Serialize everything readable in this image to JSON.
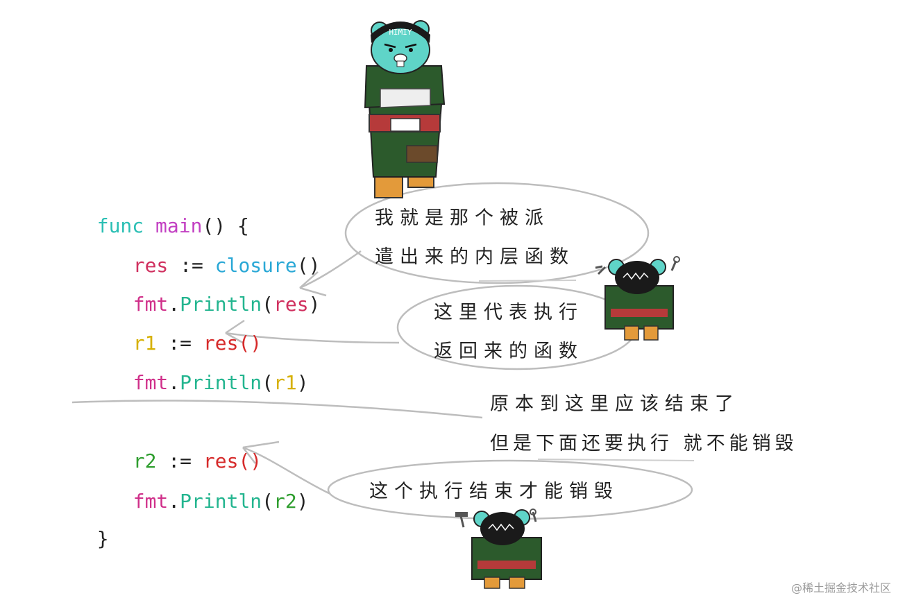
{
  "code": {
    "lines": [
      {
        "parts": [
          {
            "text": "func",
            "color": "#2bbfb4"
          },
          {
            "text": " ",
            "color": "#222222"
          },
          {
            "text": "main",
            "color": "#c23fc2"
          },
          {
            "text": "() {",
            "color": "#222222"
          }
        ]
      },
      {
        "parts": [
          {
            "text": "res",
            "color": "#d0305f"
          },
          {
            "text": " := ",
            "color": "#222222"
          },
          {
            "text": "closure",
            "color": "#2aa8d6"
          },
          {
            "text": "()",
            "color": "#222222"
          }
        ]
      },
      {
        "parts": [
          {
            "text": "fmt",
            "color": "#d0308a"
          },
          {
            "text": ".",
            "color": "#222222"
          },
          {
            "text": "Println",
            "color": "#23b58f"
          },
          {
            "text": "(",
            "color": "#222222"
          },
          {
            "text": "res",
            "color": "#d0305f"
          },
          {
            "text": ")",
            "color": "#222222"
          }
        ]
      },
      {
        "parts": [
          {
            "text": "r1",
            "color": "#d6b000"
          },
          {
            "text": " := ",
            "color": "#222222"
          },
          {
            "text": "res()",
            "color": "#d62a2a"
          }
        ]
      },
      {
        "parts": [
          {
            "text": "fmt",
            "color": "#d0308a"
          },
          {
            "text": ".",
            "color": "#222222"
          },
          {
            "text": "Println",
            "color": "#23b58f"
          },
          {
            "text": "(",
            "color": "#222222"
          },
          {
            "text": "r1",
            "color": "#d6b000"
          },
          {
            "text": ")",
            "color": "#222222"
          }
        ]
      },
      {
        "parts": [
          {
            "text": "r2",
            "color": "#2f9e2f"
          },
          {
            "text": " := ",
            "color": "#222222"
          },
          {
            "text": "res()",
            "color": "#d62a2a"
          }
        ]
      },
      {
        "parts": [
          {
            "text": "fmt",
            "color": "#d0308a"
          },
          {
            "text": ".",
            "color": "#222222"
          },
          {
            "text": "Println",
            "color": "#23b58f"
          },
          {
            "text": "(",
            "color": "#222222"
          },
          {
            "text": "r2",
            "color": "#2f9e2f"
          },
          {
            "text": ")",
            "color": "#222222"
          }
        ]
      },
      {
        "parts": [
          {
            "text": "}",
            "color": "#222222"
          }
        ]
      }
    ]
  },
  "notes": {
    "bubble1_line1": "我就是那个被派",
    "bubble1_line2": "遣出来的内层函数",
    "bubble2_line1": "这里代表执行",
    "bubble2_line2": "返回来的函数",
    "free_line1": "原本到这里应该结束了",
    "free_line2": "但是下面还要执行 就不能销毁",
    "bubble3": "这个执行结束才能销毁"
  },
  "mascot": {
    "headband_text": "HIMIY",
    "colors": {
      "skin": "#5fd4c8",
      "suit": "#2c5a2c",
      "belt": "#b63a3a",
      "leg": "#e39a3a"
    }
  },
  "watermark": "@稀土掘金技术社区"
}
